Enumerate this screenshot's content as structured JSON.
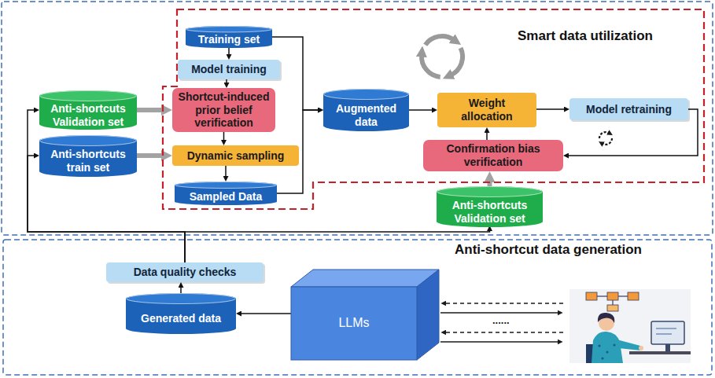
{
  "diagram": {
    "nodes": [
      {
        "text": [
          "Smart data utilization"
        ]
      },
      {
        "text": [
          "Training set"
        ],
        "in": 0
      },
      {
        "text": [
          "Model training"
        ],
        "in": 0
      },
      {
        "text": [
          "Anti-shortcuts Validation set"
        ]
      },
      {
        "text": [
          "Shortcut-induced prior belief verification"
        ],
        "in": 0
      },
      {
        "text": [
          "Anti-shortcuts train set"
        ]
      },
      {
        "text": [
          "Dynamic sampling"
        ],
        "in": 0
      },
      {
        "text": [
          "Sampled Data"
        ],
        "in": 0
      },
      {
        "text": [
          "Augmented data"
        ],
        "in": 0
      },
      {
        "text": [
          "Weight allocation"
        ],
        "in": 0
      },
      {
        "text": [
          "Model retraining"
        ],
        "in": 0
      },
      {
        "text": [
          "Confirmation bias verification"
        ],
        "in": 0
      },
      {
        "text": [
          "Anti-shortcuts Validation set"
        ]
      },
      {
        "text": [
          "Anti-shortcut data generation"
        ]
      },
      {
        "text": [
          "Data quality checks"
        ],
        "in": 13
      },
      {
        "text": [
          "Generated data"
        ],
        "in": 13
      },
      {
        "text": [
          "LLMs"
        ],
        "in": 13
      }
    ],
    "edges": [
      {
        "from": 1,
        "to": 2,
        "arrow": "to"
      },
      {
        "from": 2,
        "to": 4,
        "arrow": "to"
      },
      {
        "from": 4,
        "to": 6,
        "arrow": "to"
      },
      {
        "from": 6,
        "to": 7,
        "arrow": "to"
      },
      {
        "from": 3,
        "to": 4,
        "arrow": "to"
      },
      {
        "from": 5,
        "to": 6,
        "arrow": "to"
      },
      {
        "from": 1,
        "to": 8,
        "arrow": "to"
      },
      {
        "from": 7,
        "to": 8,
        "arrow": "to"
      },
      {
        "from": 8,
        "to": 9,
        "arrow": "to"
      },
      {
        "from": 9,
        "to": 10,
        "arrow": "to"
      },
      {
        "from": 10,
        "to": 11,
        "arrow": "to"
      },
      {
        "from": 11,
        "to": 9,
        "arrow": "to"
      },
      {
        "from": 12,
        "to": 11,
        "arrow": "to"
      },
      {
        "from": 15,
        "to": 14,
        "arrow": "to"
      },
      {
        "from": 14,
        "to": 3,
        "arrow": "to"
      },
      {
        "from": 14,
        "to": 5,
        "arrow": "to"
      },
      {
        "from": 14,
        "to": 12,
        "arrow": "to"
      },
      {
        "from": 16,
        "to": 15,
        "arrow": "to"
      }
    ],
    "labels": [
      "......"
    ]
  }
}
